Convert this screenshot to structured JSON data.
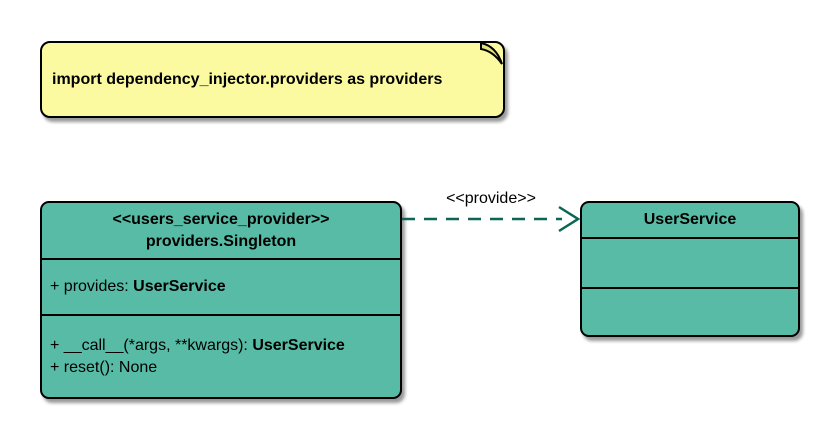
{
  "note": {
    "text": "import dependency_injector.providers as providers"
  },
  "provider_class": {
    "stereotype": "<<users_service_provider>>",
    "name": "providers.Singleton",
    "attribute": {
      "text": "+ provides: ",
      "bold": "UserService"
    },
    "methods": [
      {
        "text": "+ __call__(*args, **kwargs): ",
        "bold": "UserService"
      },
      {
        "text": "+ reset(): None",
        "bold": ""
      }
    ]
  },
  "service_class": {
    "name": "UserService"
  },
  "relation": {
    "label": "<<provide>>"
  },
  "colors": {
    "class_fill": "#57BBA6",
    "note_fill": "#FBFAA0",
    "note_fold": "#E3E17E",
    "border": "#000000",
    "arrow": "#0B6655",
    "text": "#000000"
  }
}
